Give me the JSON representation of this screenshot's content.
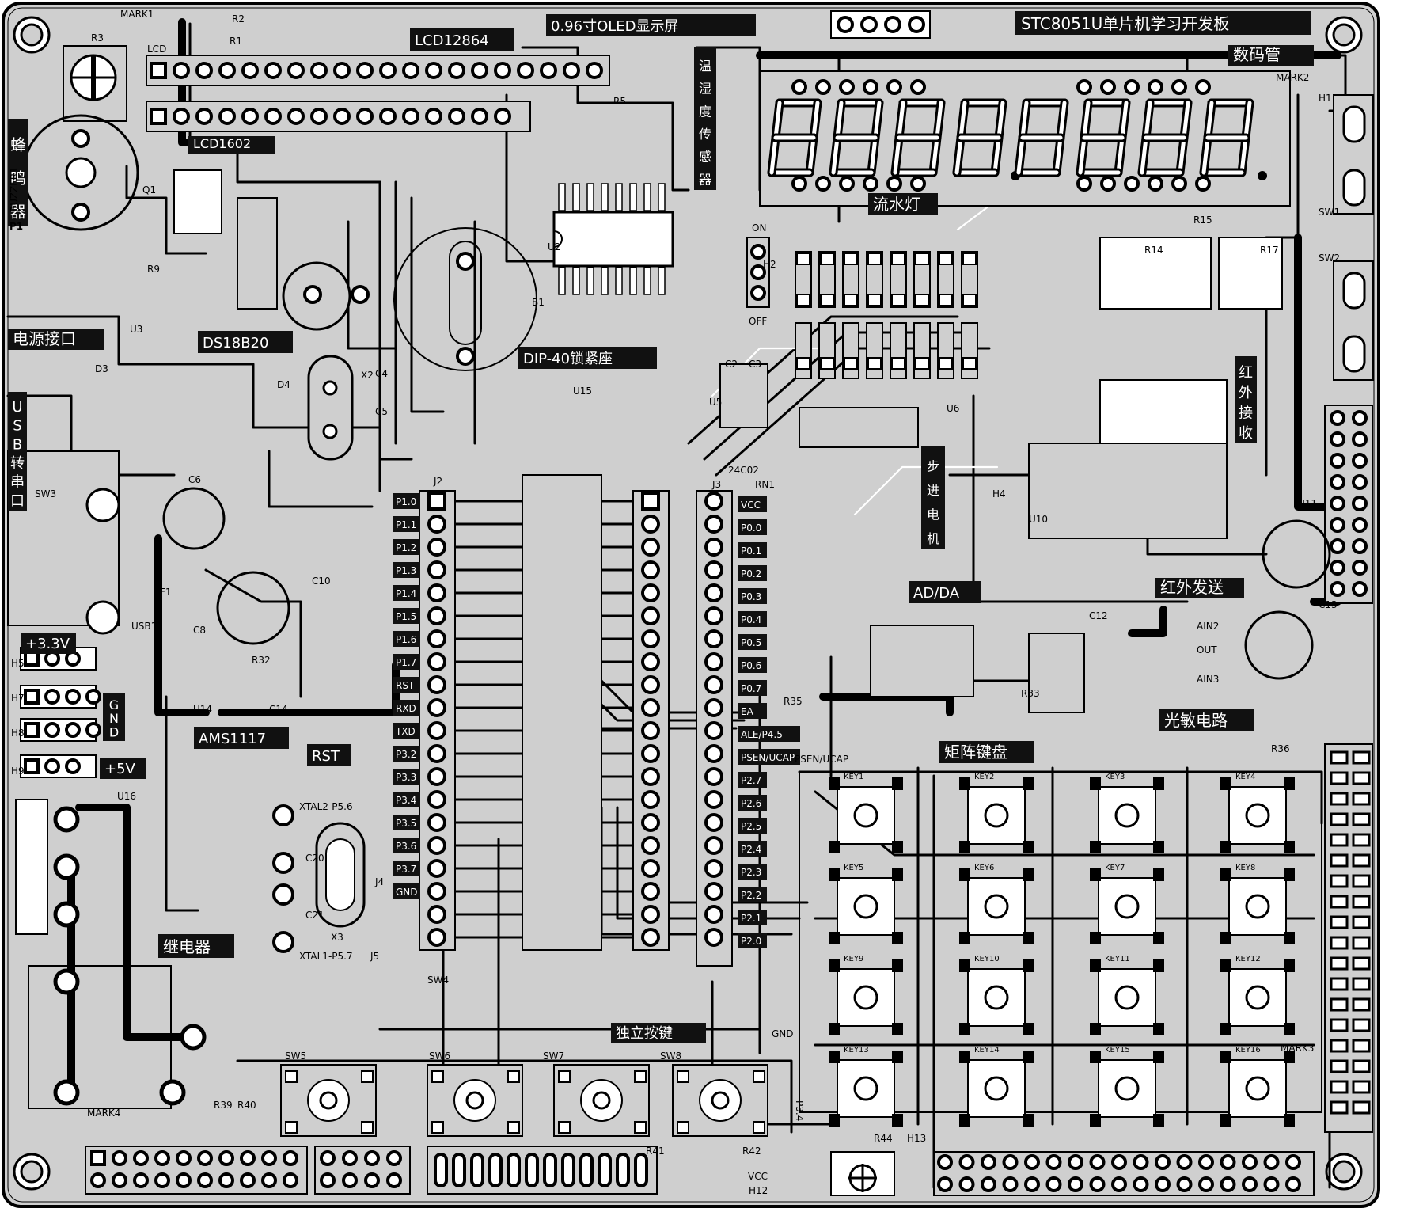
{
  "colors": {
    "board": "#cfcfcf",
    "copper": "#000000",
    "silk": "#ffffff",
    "label_bg": "#111111"
  },
  "title": "STC8051U单片机学习开发板",
  "display": {
    "seven_seg_glyphs": "8888.8888."
  },
  "section_labels": [
    {
      "id": "oled",
      "text": "0.96寸OLED显示屏"
    },
    {
      "id": "lcd12864",
      "text": "LCD12864"
    },
    {
      "id": "lcd1602",
      "text": "LCD1602"
    },
    {
      "id": "seg",
      "text": "数码管"
    },
    {
      "id": "buzzer",
      "text": "蜂鸣器"
    },
    {
      "id": "power",
      "text": "电源接口"
    },
    {
      "id": "usb",
      "text": "USB转串口"
    },
    {
      "id": "ds18b20",
      "text": "DS18B20"
    },
    {
      "id": "temp",
      "text": "温湿度传感器"
    },
    {
      "id": "flow",
      "text": "流水灯"
    },
    {
      "id": "dip40",
      "text": "DIP-40锁紧座"
    },
    {
      "id": "ir_recv",
      "text": "红外接收"
    },
    {
      "id": "ir_send",
      "text": "红外发送"
    },
    {
      "id": "adda",
      "text": "AD/DA"
    },
    {
      "id": "photo",
      "text": "光敏电路"
    },
    {
      "id": "matrix",
      "text": "矩阵键盘"
    },
    {
      "id": "v33",
      "text": "+3.3V"
    },
    {
      "id": "v5",
      "text": "+5V"
    },
    {
      "id": "gnd",
      "text": "GND"
    },
    {
      "id": "ams",
      "text": "AMS1117"
    },
    {
      "id": "rst",
      "text": "RST"
    },
    {
      "id": "relay",
      "text": "继电器"
    },
    {
      "id": "keys",
      "text": "独立按键"
    },
    {
      "id": "step",
      "text": "步进电机"
    }
  ],
  "small_text": {
    "on": "ON",
    "off": "OFF",
    "xtal2": "XTAL2-P5.6",
    "xtal1": "XTAL1-P5.7",
    "ale": "ALE/P4.5",
    "psen": "PSEN/UCAP",
    "gnd": "GND",
    "vcc": "VCC",
    "p34": "P3.4",
    "ain2": "AIN2",
    "out": "OUT",
    "ain3": "AIN3",
    "chip24": "24C02",
    "usb1": "USB1",
    "buzzer1": "BUZZER1",
    "p1": "P1"
  },
  "pin_labels_left": [
    "P1.0",
    "P1.1",
    "P1.2",
    "P1.3",
    "P1.4",
    "P1.5",
    "P1.6",
    "P1.7",
    "RST",
    "RXD",
    "TXD",
    "P3.2",
    "P3.3",
    "P3.4",
    "P3.5",
    "P3.6",
    "P3.7",
    "GND"
  ],
  "pin_labels_right": [
    "VCC",
    "P0.0",
    "P0.1",
    "P0.2",
    "P0.3",
    "P0.4",
    "P0.5",
    "P0.6",
    "P0.7",
    "EA",
    "ALE/P4.5",
    "PSEN/UCAP",
    "P2.7",
    "P2.6",
    "P2.5",
    "P2.4",
    "P2.3",
    "P2.2",
    "P2.1",
    "P2.0"
  ],
  "refs": [
    "MARK1",
    "MARK2",
    "MARK3",
    "MARK4",
    "R2",
    "R1",
    "R3",
    "R5",
    "LCD",
    "H1",
    "Q1",
    "R9",
    "U3",
    "D3",
    "SW3",
    "F1",
    "C6",
    "C8",
    "C10",
    "C14",
    "R32",
    "U14",
    "U16",
    "C20",
    "C21",
    "X3",
    "J4",
    "J5",
    "J2",
    "J3",
    "RN1",
    "H2",
    "U2",
    "B1",
    "X2",
    "C4",
    "C5",
    "D4",
    "U15",
    "C2",
    "C3",
    "U5",
    "U6",
    "R14",
    "R15",
    "R17",
    "SW1",
    "SW2",
    "H4",
    "U10",
    "U11",
    "C12",
    "C13",
    "R33",
    "R35",
    "R36",
    "H5",
    "H7",
    "H8",
    "H9",
    "SW4",
    "SW5",
    "SW6",
    "SW7",
    "SW8",
    "R39",
    "R40",
    "R41",
    "R42",
    "R44",
    "H12",
    "H13",
    "KEY1",
    "KEY2",
    "KEY3",
    "KEY4",
    "KEY5",
    "KEY6",
    "KEY7",
    "KEY8",
    "KEY9",
    "KEY10",
    "KEY11",
    "KEY12",
    "KEY13",
    "KEY14",
    "KEY15",
    "KEY16"
  ]
}
